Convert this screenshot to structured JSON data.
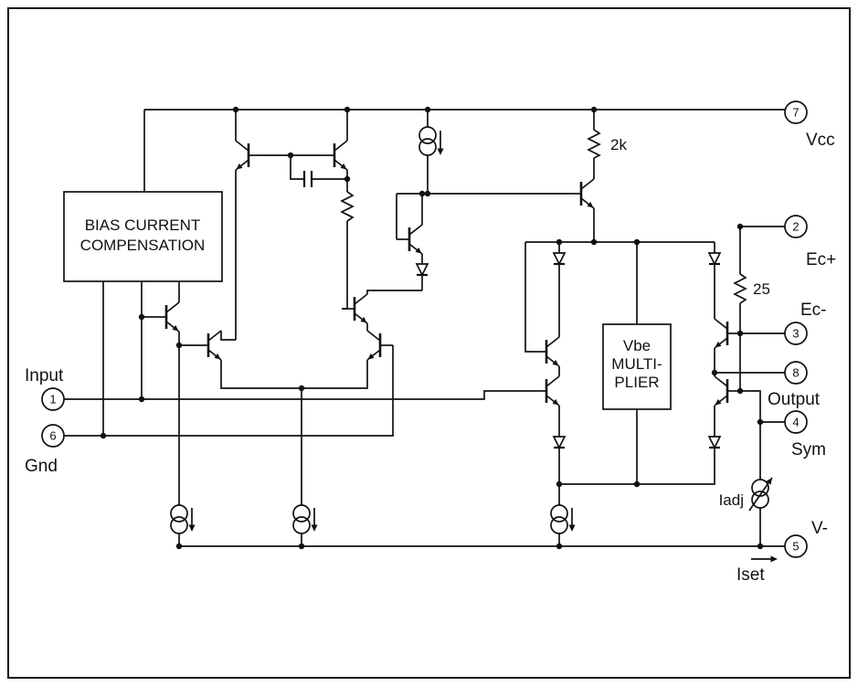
{
  "diagram": {
    "kind": "circuit-schematic",
    "description": "Internal schematic of an amplifier IC with bias current compensation, Vbe multiplier output stage and programmable current sources"
  },
  "blocks": {
    "bias_line1": "BIAS CURRENT",
    "bias_line2": "COMPENSATION",
    "vbe_line1": "Vbe",
    "vbe_line2": "MULTI-",
    "vbe_line3": "PLIER"
  },
  "labels": {
    "r_2k": "2k",
    "r_25": "25",
    "i_adj": "Iadj",
    "i_set": "Iset"
  },
  "pins": [
    {
      "number": "7",
      "label": "Vcc"
    },
    {
      "number": "2",
      "label": "Ec+"
    },
    {
      "number": "3",
      "label": "Ec-"
    },
    {
      "number": "8",
      "label": "Output"
    },
    {
      "number": "4",
      "label": "Sym"
    },
    {
      "number": "5",
      "label": "V-"
    },
    {
      "number": "1",
      "label": "Input"
    },
    {
      "number": "6",
      "label": "Gnd"
    }
  ],
  "colors": {
    "line": "#111111",
    "background": "#ffffff"
  }
}
